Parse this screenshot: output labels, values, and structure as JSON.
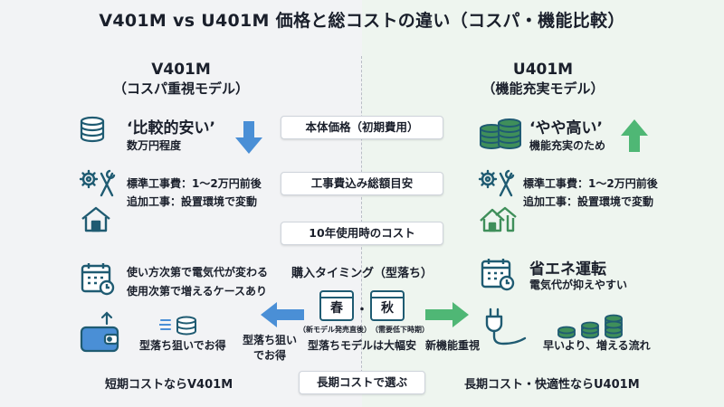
{
  "title": "V401M vs U401M 価格と総コストの違い（コスパ・機能比較）",
  "left": {
    "model": "V401M",
    "subtitle": "（コスパ重視モデル）",
    "price_title": "‘比較的安い’",
    "price_sub": "数万円程度",
    "work_line1": "標準工事費：1～2万円前後",
    "work_line2": "追加工事：設置環境で変動",
    "usage_line1": "使い方次第で電気代が変わる",
    "usage_line2": "使用次第で増えるケースあり",
    "bargain": "型落ち狙いでお得",
    "footer": "短期コストならV401M"
  },
  "right": {
    "model": "U401M",
    "subtitle": "（機能充実モデル）",
    "price_title": "‘やや高い’",
    "price_sub": "機能充実のため",
    "work_line1": "標準工事費：1～2万円前後",
    "work_line2": "追加工事：設置環境で変動",
    "eco_title": "省エネ運転",
    "eco_sub": "電気代が抑えやすい",
    "growth": "早いより、増える流れ",
    "footer": "長期コスト・快適性ならU401M"
  },
  "center": {
    "pill1": "本体価格（初期費用）",
    "pill2": "工事費込み総額目安",
    "pill3": "10年使用時のコスト",
    "timing": "購入タイミング（型落ち）",
    "spring": "春",
    "autumn": "秋",
    "dot": "・",
    "spring_note": "（新モデル発売直後）",
    "autumn_note": "（需要低下時期）",
    "left_arrow_line1": "型落ち狙い",
    "left_arrow_line2": "でお得",
    "discount": "型落ちモデルは大幅安",
    "new_feature": "新機能重視",
    "pill4": "長期コストで選ぶ"
  },
  "colors": {
    "navy": "#1f5b72",
    "blue_arrow": "#4a8fd6",
    "green": "#3f8f5a",
    "green_arrow": "#4fb775",
    "right_bg": "#eef5ef",
    "left_bg": "#f2f3f5"
  },
  "icons": [
    "coins-stack-icon",
    "down-arrow-icon",
    "up-arrow-icon",
    "tools-icon",
    "house-icon",
    "calendar-icon",
    "wallet-icon",
    "plug-icon",
    "growing-coins-icon",
    "left-arrow-icon",
    "right-arrow-icon"
  ]
}
